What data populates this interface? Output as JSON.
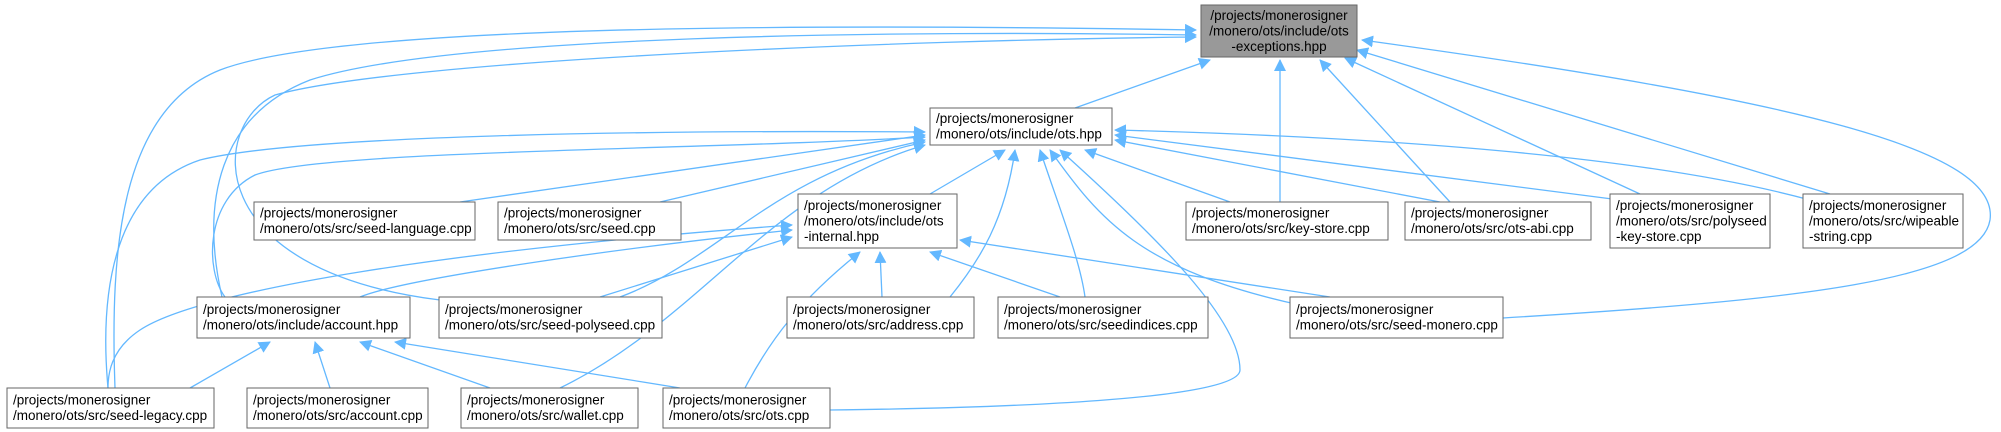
{
  "graph": {
    "edge_color": "#63b8ff",
    "node_fill": "#ffffff",
    "root_fill": "#999999",
    "border_color": "#666666",
    "nodes": [
      {
        "id": "exceptions",
        "root": true,
        "lines": [
          "/projects/monerosigner",
          "/monero/ots/include/ots",
          "-exceptions.hpp"
        ]
      },
      {
        "id": "ots_hpp",
        "lines": [
          "/projects/monerosigner",
          "/monero/ots/include/ots.hpp"
        ]
      },
      {
        "id": "seed_language",
        "lines": [
          "/projects/monerosigner",
          "/monero/ots/src/seed-language.cpp"
        ]
      },
      {
        "id": "seed_cpp",
        "lines": [
          "/projects/monerosigner",
          "/monero/ots/src/seed.cpp"
        ]
      },
      {
        "id": "internal",
        "lines": [
          "/projects/monerosigner",
          "/monero/ots/include/ots",
          "-internal.hpp"
        ]
      },
      {
        "id": "key_store",
        "lines": [
          "/projects/monerosigner",
          "/monero/ots/src/key-store.cpp"
        ]
      },
      {
        "id": "ots_abi",
        "lines": [
          "/projects/monerosigner",
          "/monero/ots/src/ots-abi.cpp"
        ]
      },
      {
        "id": "polyseed_key_store",
        "lines": [
          "/projects/monerosigner",
          "/monero/ots/src/polyseed",
          "-key-store.cpp"
        ]
      },
      {
        "id": "wipeable",
        "lines": [
          "/projects/monerosigner",
          "/monero/ots/src/wipeable",
          "-string.cpp"
        ]
      },
      {
        "id": "account_hpp",
        "lines": [
          "/projects/monerosigner",
          "/monero/ots/include/account.hpp"
        ]
      },
      {
        "id": "seed_polyseed",
        "lines": [
          "/projects/monerosigner",
          "/monero/ots/src/seed-polyseed.cpp"
        ]
      },
      {
        "id": "address",
        "lines": [
          "/projects/monerosigner",
          "/monero/ots/src/address.cpp"
        ]
      },
      {
        "id": "seedindices",
        "lines": [
          "/projects/monerosigner",
          "/monero/ots/src/seedindices.cpp"
        ]
      },
      {
        "id": "seed_monero",
        "lines": [
          "/projects/monerosigner",
          "/monero/ots/src/seed-monero.cpp"
        ]
      },
      {
        "id": "seed_legacy",
        "lines": [
          "/projects/monerosigner",
          "/monero/ots/src/seed-legacy.cpp"
        ]
      },
      {
        "id": "account_cpp",
        "lines": [
          "/projects/monerosigner",
          "/monero/ots/src/account.cpp"
        ]
      },
      {
        "id": "wallet",
        "lines": [
          "/projects/monerosigner",
          "/monero/ots/src/wallet.cpp"
        ]
      },
      {
        "id": "ots_cpp",
        "lines": [
          "/projects/monerosigner",
          "/monero/ots/src/ots.cpp"
        ]
      }
    ],
    "edges": [
      {
        "from": "exceptions",
        "to": "ots_hpp"
      },
      {
        "from": "exceptions",
        "to": "key_store"
      },
      {
        "from": "exceptions",
        "to": "ots_abi"
      },
      {
        "from": "exceptions",
        "to": "polyseed_key_store"
      },
      {
        "from": "exceptions",
        "to": "wipeable"
      },
      {
        "from": "exceptions",
        "to": "seed_monero"
      },
      {
        "from": "exceptions",
        "to": "account_hpp"
      },
      {
        "from": "exceptions",
        "to": "seed_polyseed"
      },
      {
        "from": "exceptions",
        "to": "seed_legacy"
      },
      {
        "from": "ots_hpp",
        "to": "seed_language"
      },
      {
        "from": "ots_hpp",
        "to": "seed_cpp"
      },
      {
        "from": "ots_hpp",
        "to": "internal"
      },
      {
        "from": "ots_hpp",
        "to": "key_store"
      },
      {
        "from": "ots_hpp",
        "to": "ots_abi"
      },
      {
        "from": "ots_hpp",
        "to": "polyseed_key_store"
      },
      {
        "from": "ots_hpp",
        "to": "wipeable"
      },
      {
        "from": "ots_hpp",
        "to": "address"
      },
      {
        "from": "ots_hpp",
        "to": "seedindices"
      },
      {
        "from": "ots_hpp",
        "to": "seed_monero"
      },
      {
        "from": "ots_hpp",
        "to": "seed_polyseed"
      },
      {
        "from": "ots_hpp",
        "to": "account_hpp"
      },
      {
        "from": "ots_hpp",
        "to": "seed_legacy"
      },
      {
        "from": "ots_hpp",
        "to": "wallet"
      },
      {
        "from": "ots_hpp",
        "to": "ots_cpp"
      },
      {
        "from": "internal",
        "to": "account_hpp"
      },
      {
        "from": "internal",
        "to": "seed_polyseed"
      },
      {
        "from": "internal",
        "to": "address"
      },
      {
        "from": "internal",
        "to": "seedindices"
      },
      {
        "from": "internal",
        "to": "seed_monero"
      },
      {
        "from": "internal",
        "to": "seed_legacy"
      },
      {
        "from": "internal",
        "to": "ots_cpp"
      },
      {
        "from": "account_hpp",
        "to": "seed_legacy"
      },
      {
        "from": "account_hpp",
        "to": "account_cpp"
      },
      {
        "from": "account_hpp",
        "to": "wallet"
      },
      {
        "from": "account_hpp",
        "to": "ots_cpp"
      }
    ]
  }
}
